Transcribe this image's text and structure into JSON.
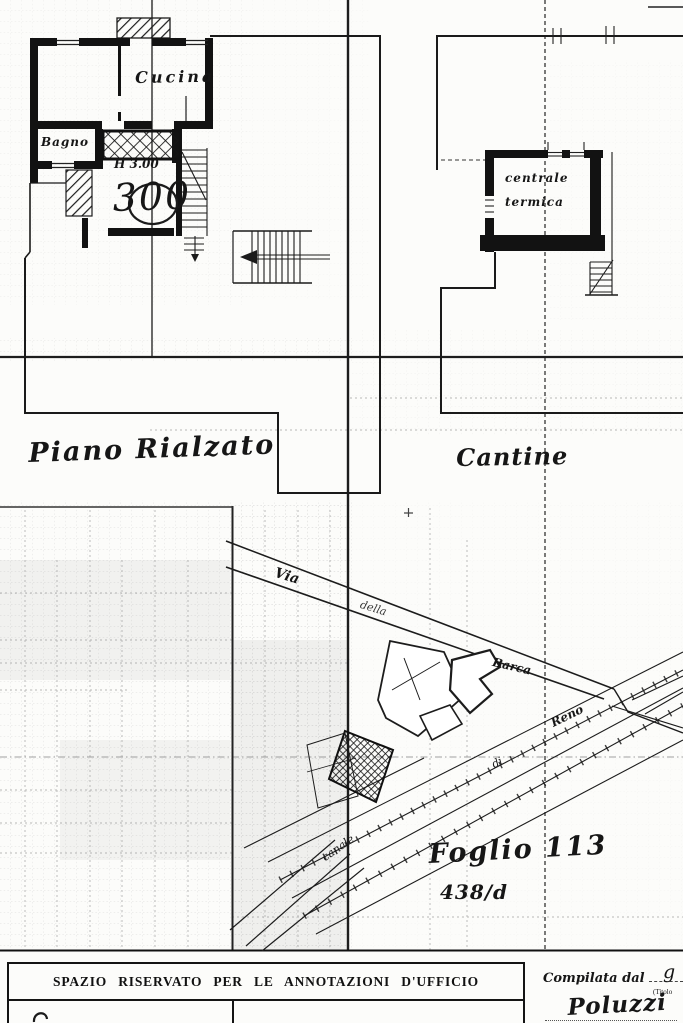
{
  "document": {
    "plans": {
      "piano_rialzato": {
        "title": "Piano Rialzato",
        "rooms": {
          "cucina": "Cucina",
          "bagno": "Bagno"
        },
        "height_note": "H 3.00",
        "area_note": "300"
      },
      "cantine": {
        "title": "Cantine",
        "room_centrale_line1": "centrale",
        "room_centrale_line2": "termica"
      }
    },
    "site_map": {
      "street_word_1": "Via",
      "street_word_2": "della",
      "street_word_3": "Barca",
      "canal_word_1": "canale",
      "canal_word_2": "di",
      "canal_word_3": "Reno",
      "sheet_ref": "Foglio 113",
      "parcel_ref": "438/d"
    },
    "office_box": {
      "title": "SPAZIO RISERVATO PER LE ANNOTAZIONI D'UFFICIO"
    },
    "compiled": {
      "label": "Compilata dal",
      "suffix": "g",
      "subnote": "(Titolo",
      "signature": "Poluzzi"
    }
  },
  "colors": {
    "ink": "#161616",
    "paper": "#fcfcfa",
    "grid": "#c4c4c4"
  }
}
